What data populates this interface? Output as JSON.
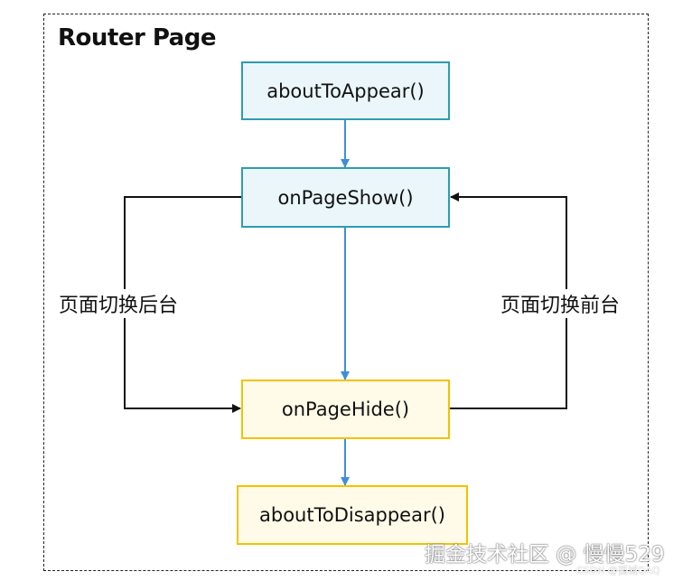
{
  "title": "Router Page",
  "nodes": {
    "about_to_appear": "aboutToAppear()",
    "on_page_show": "onPageShow()",
    "on_page_hide": "onPageHide()",
    "about_to_disappear": "aboutToDisappear()"
  },
  "labels": {
    "left": "页面切换后台",
    "right": "页面切换前台"
  },
  "watermark": {
    "main": "掘金技术社区 @ 慢慢529",
    "sub": "CSDN @孤城QAQ"
  },
  "colors": {
    "blue_border": "#2e9cb0",
    "blue_fill": "#eaf6fa",
    "yellow_border": "#f2c200",
    "yellow_fill": "#fffbe8",
    "flow_arrow": "#3d8fd8",
    "side_arrow": "#111111"
  }
}
